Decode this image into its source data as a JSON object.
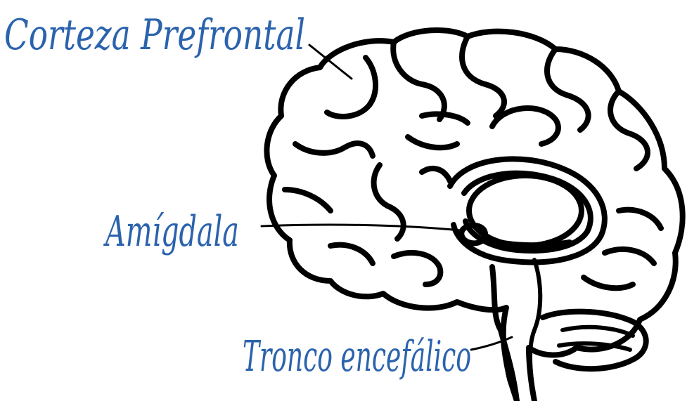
{
  "labels": {
    "prefrontal": "Corteza Prefrontal",
    "amygdala": "Amígdala",
    "brainstem": "Tronco encefálico"
  },
  "colors": {
    "label": "#2b63ad",
    "line": "#000000",
    "background": "#ffffff"
  }
}
